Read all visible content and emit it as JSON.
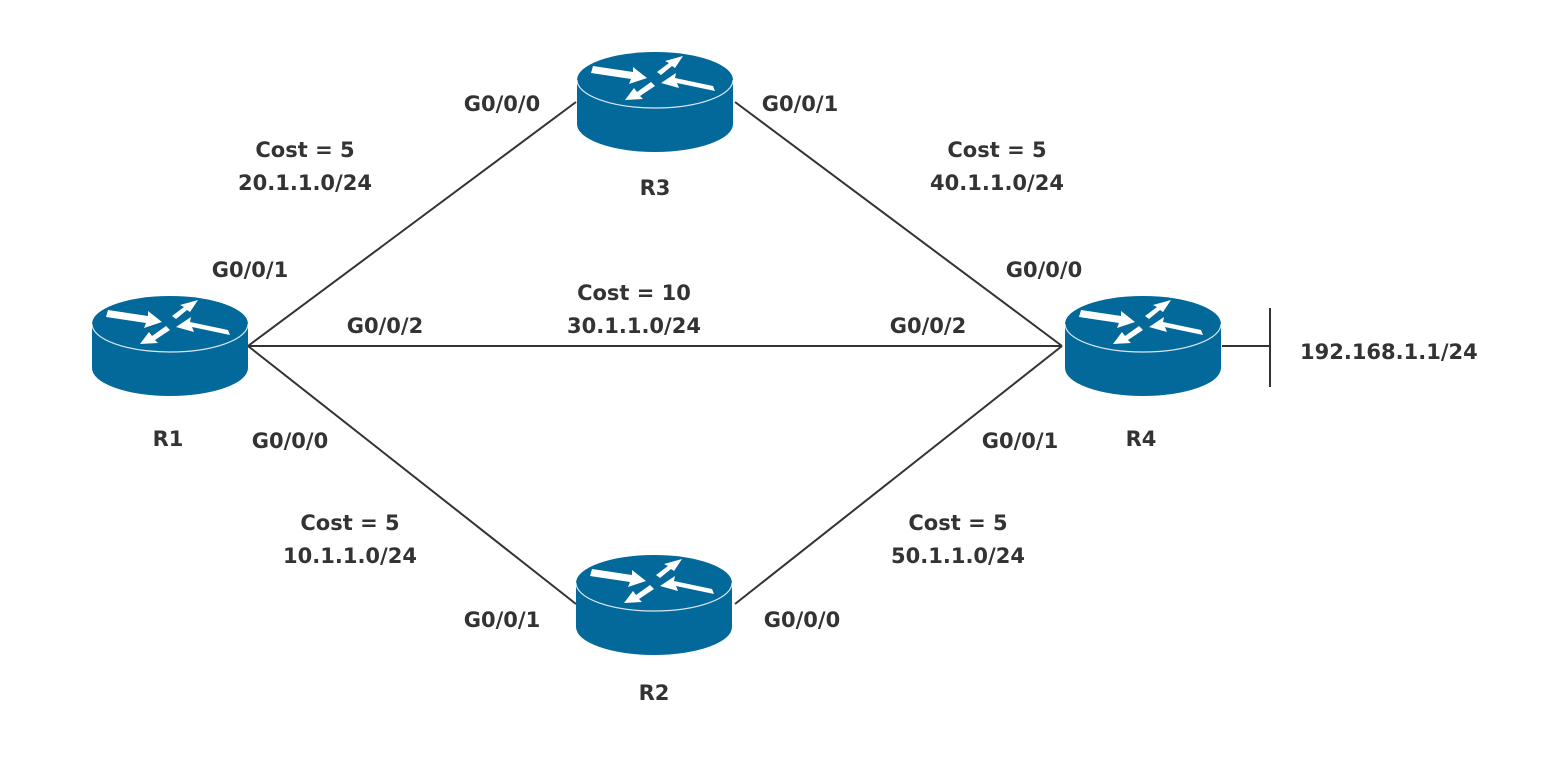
{
  "colors": {
    "router_body": "#03689a",
    "router_edge": "#ffffff",
    "text": "#333333",
    "link": "#333333"
  },
  "routers": [
    {
      "id": "R1",
      "label": "R1",
      "icon": "router-icon"
    },
    {
      "id": "R2",
      "label": "R2",
      "icon": "router-icon"
    },
    {
      "id": "R3",
      "label": "R3",
      "icon": "router-icon"
    },
    {
      "id": "R4",
      "label": "R4",
      "icon": "router-icon"
    }
  ],
  "links": [
    {
      "from": "R1",
      "to": "R3",
      "from_iface": "G0/0/1",
      "to_iface": "G0/0/0",
      "cost": "Cost = 5",
      "network": "20.1.1.0/24"
    },
    {
      "from": "R1",
      "to": "R4",
      "from_iface": "G0/0/2",
      "to_iface": "G0/0/2",
      "cost": "Cost = 10",
      "network": "30.1.1.0/24"
    },
    {
      "from": "R1",
      "to": "R2",
      "from_iface": "G0/0/0",
      "to_iface": "G0/0/1",
      "cost": "Cost = 5",
      "network": "10.1.1.0/24"
    },
    {
      "from": "R3",
      "to": "R4",
      "from_iface": "G0/0/1",
      "to_iface": "G0/0/0",
      "cost": "Cost = 5",
      "network": "40.1.1.0/24"
    },
    {
      "from": "R2",
      "to": "R4",
      "from_iface": "G0/0/0",
      "to_iface": "G0/0/1",
      "cost": "Cost = 5",
      "network": "50.1.1.0/24"
    }
  ],
  "lan": {
    "router": "R4",
    "network": "192.168.1.1/24"
  }
}
